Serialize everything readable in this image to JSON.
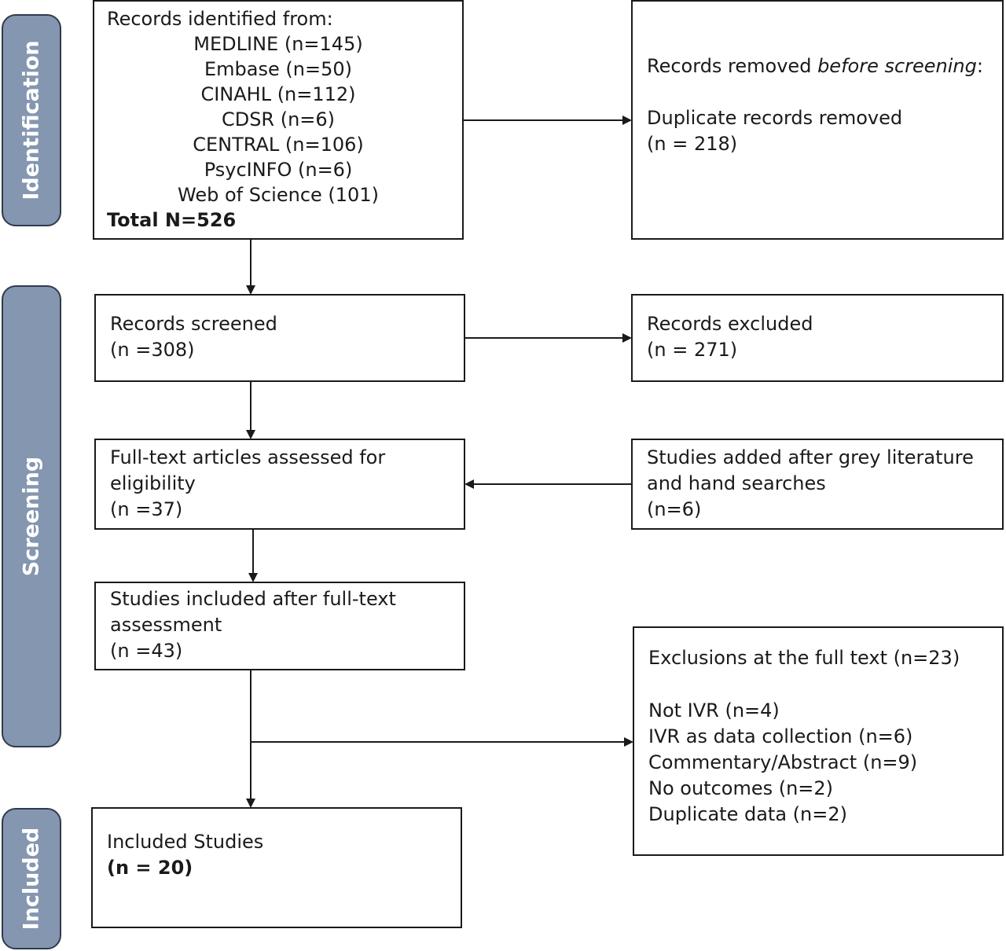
{
  "phases": {
    "identification": "Identification",
    "screening": "Screening",
    "included": "Included"
  },
  "boxes": {
    "identified": {
      "heading": "Records identified from:",
      "sources": [
        "MEDLINE (n=145)",
        "Embase (n=50)",
        "CINAHL (n=112)",
        "CDSR (n=6)",
        "CENTRAL (n=106)",
        "PsycINFO (n=6)",
        "Web of Science (101)"
      ],
      "total": "Total N=526"
    },
    "removed": {
      "line1_prefix": "Records removed ",
      "line1_emph": "before screening",
      "line1_suffix": ":",
      "line2": "Duplicate records removed",
      "line3": "(n = 218)"
    },
    "screened": {
      "line1": "Records screened",
      "line2": "(n =308)"
    },
    "excluded": {
      "line1": "Records excluded",
      "line2": "(n = 271)"
    },
    "fulltext": {
      "line1": "Full-text articles assessed for",
      "line2": "eligibility",
      "line3": "(n =37)"
    },
    "added": {
      "line1": "Studies added after grey literature",
      "line2": "and hand searches",
      "line3": "(n=6)"
    },
    "after_fulltext": {
      "line1": "Studies included after full-text",
      "line2": "assessment",
      "line3": "(n =43)"
    },
    "exclusions": {
      "heading": "Exclusions at the full text (n=23)",
      "reasons": [
        "Not IVR (n=4)",
        "IVR as data collection (n=6)",
        "Commentary/Abstract (n=9)",
        "No outcomes (n=2)",
        "Duplicate data (n=2)"
      ]
    },
    "included": {
      "line1": "Included Studies",
      "line2": "(n = 20)"
    }
  },
  "colors": {
    "phase_fill": "#8496b0",
    "phase_border": "#2f3b4c",
    "line": "#1a1a1a"
  }
}
